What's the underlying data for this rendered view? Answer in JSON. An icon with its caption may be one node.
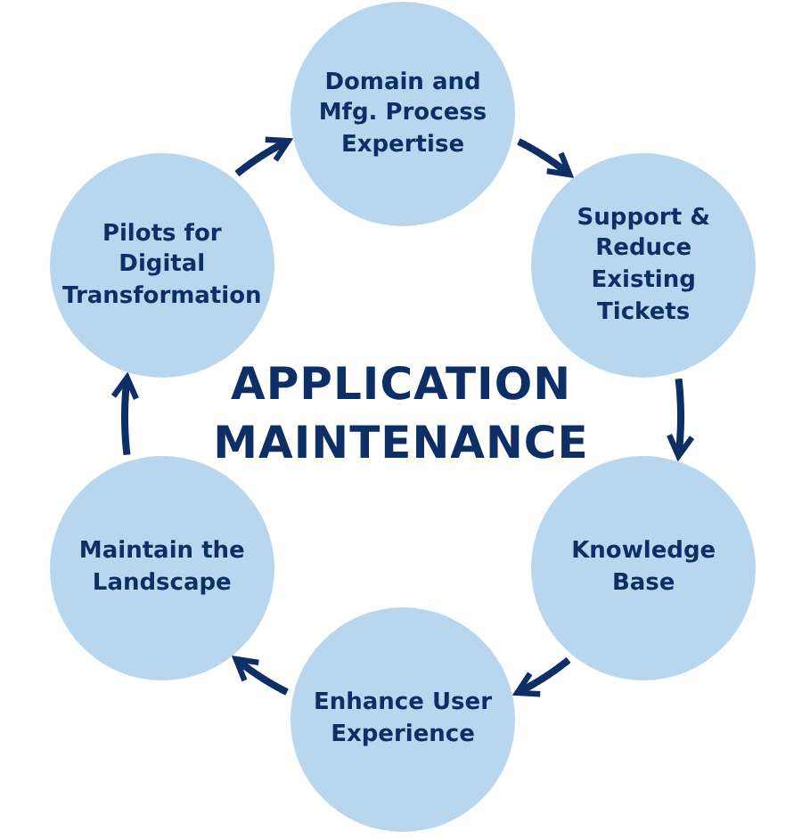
{
  "diagram": {
    "title": "APPLICATION MAINTENANCE",
    "nodes": [
      {
        "text": [
          "Domain and Mfg. Process Expertise"
        ]
      },
      {
        "text": [
          "Support & Reduce Existing Tickets"
        ]
      },
      {
        "text": [
          "Knowledge Base"
        ]
      },
      {
        "text": [
          "Enhance User Experience"
        ]
      },
      {
        "text": [
          "Maintain the Landscape"
        ]
      },
      {
        "text": [
          "Pilots for Digital Transformation"
        ]
      }
    ],
    "edges": [
      {
        "from": 0,
        "to": 1,
        "arrow": "to"
      },
      {
        "from": 1,
        "to": 2,
        "arrow": "to"
      },
      {
        "from": 2,
        "to": 3,
        "arrow": "to"
      },
      {
        "from": 3,
        "to": 4,
        "arrow": "to"
      },
      {
        "from": 4,
        "to": 5,
        "arrow": "to"
      },
      {
        "from": 5,
        "to": 0,
        "arrow": "to"
      }
    ]
  }
}
